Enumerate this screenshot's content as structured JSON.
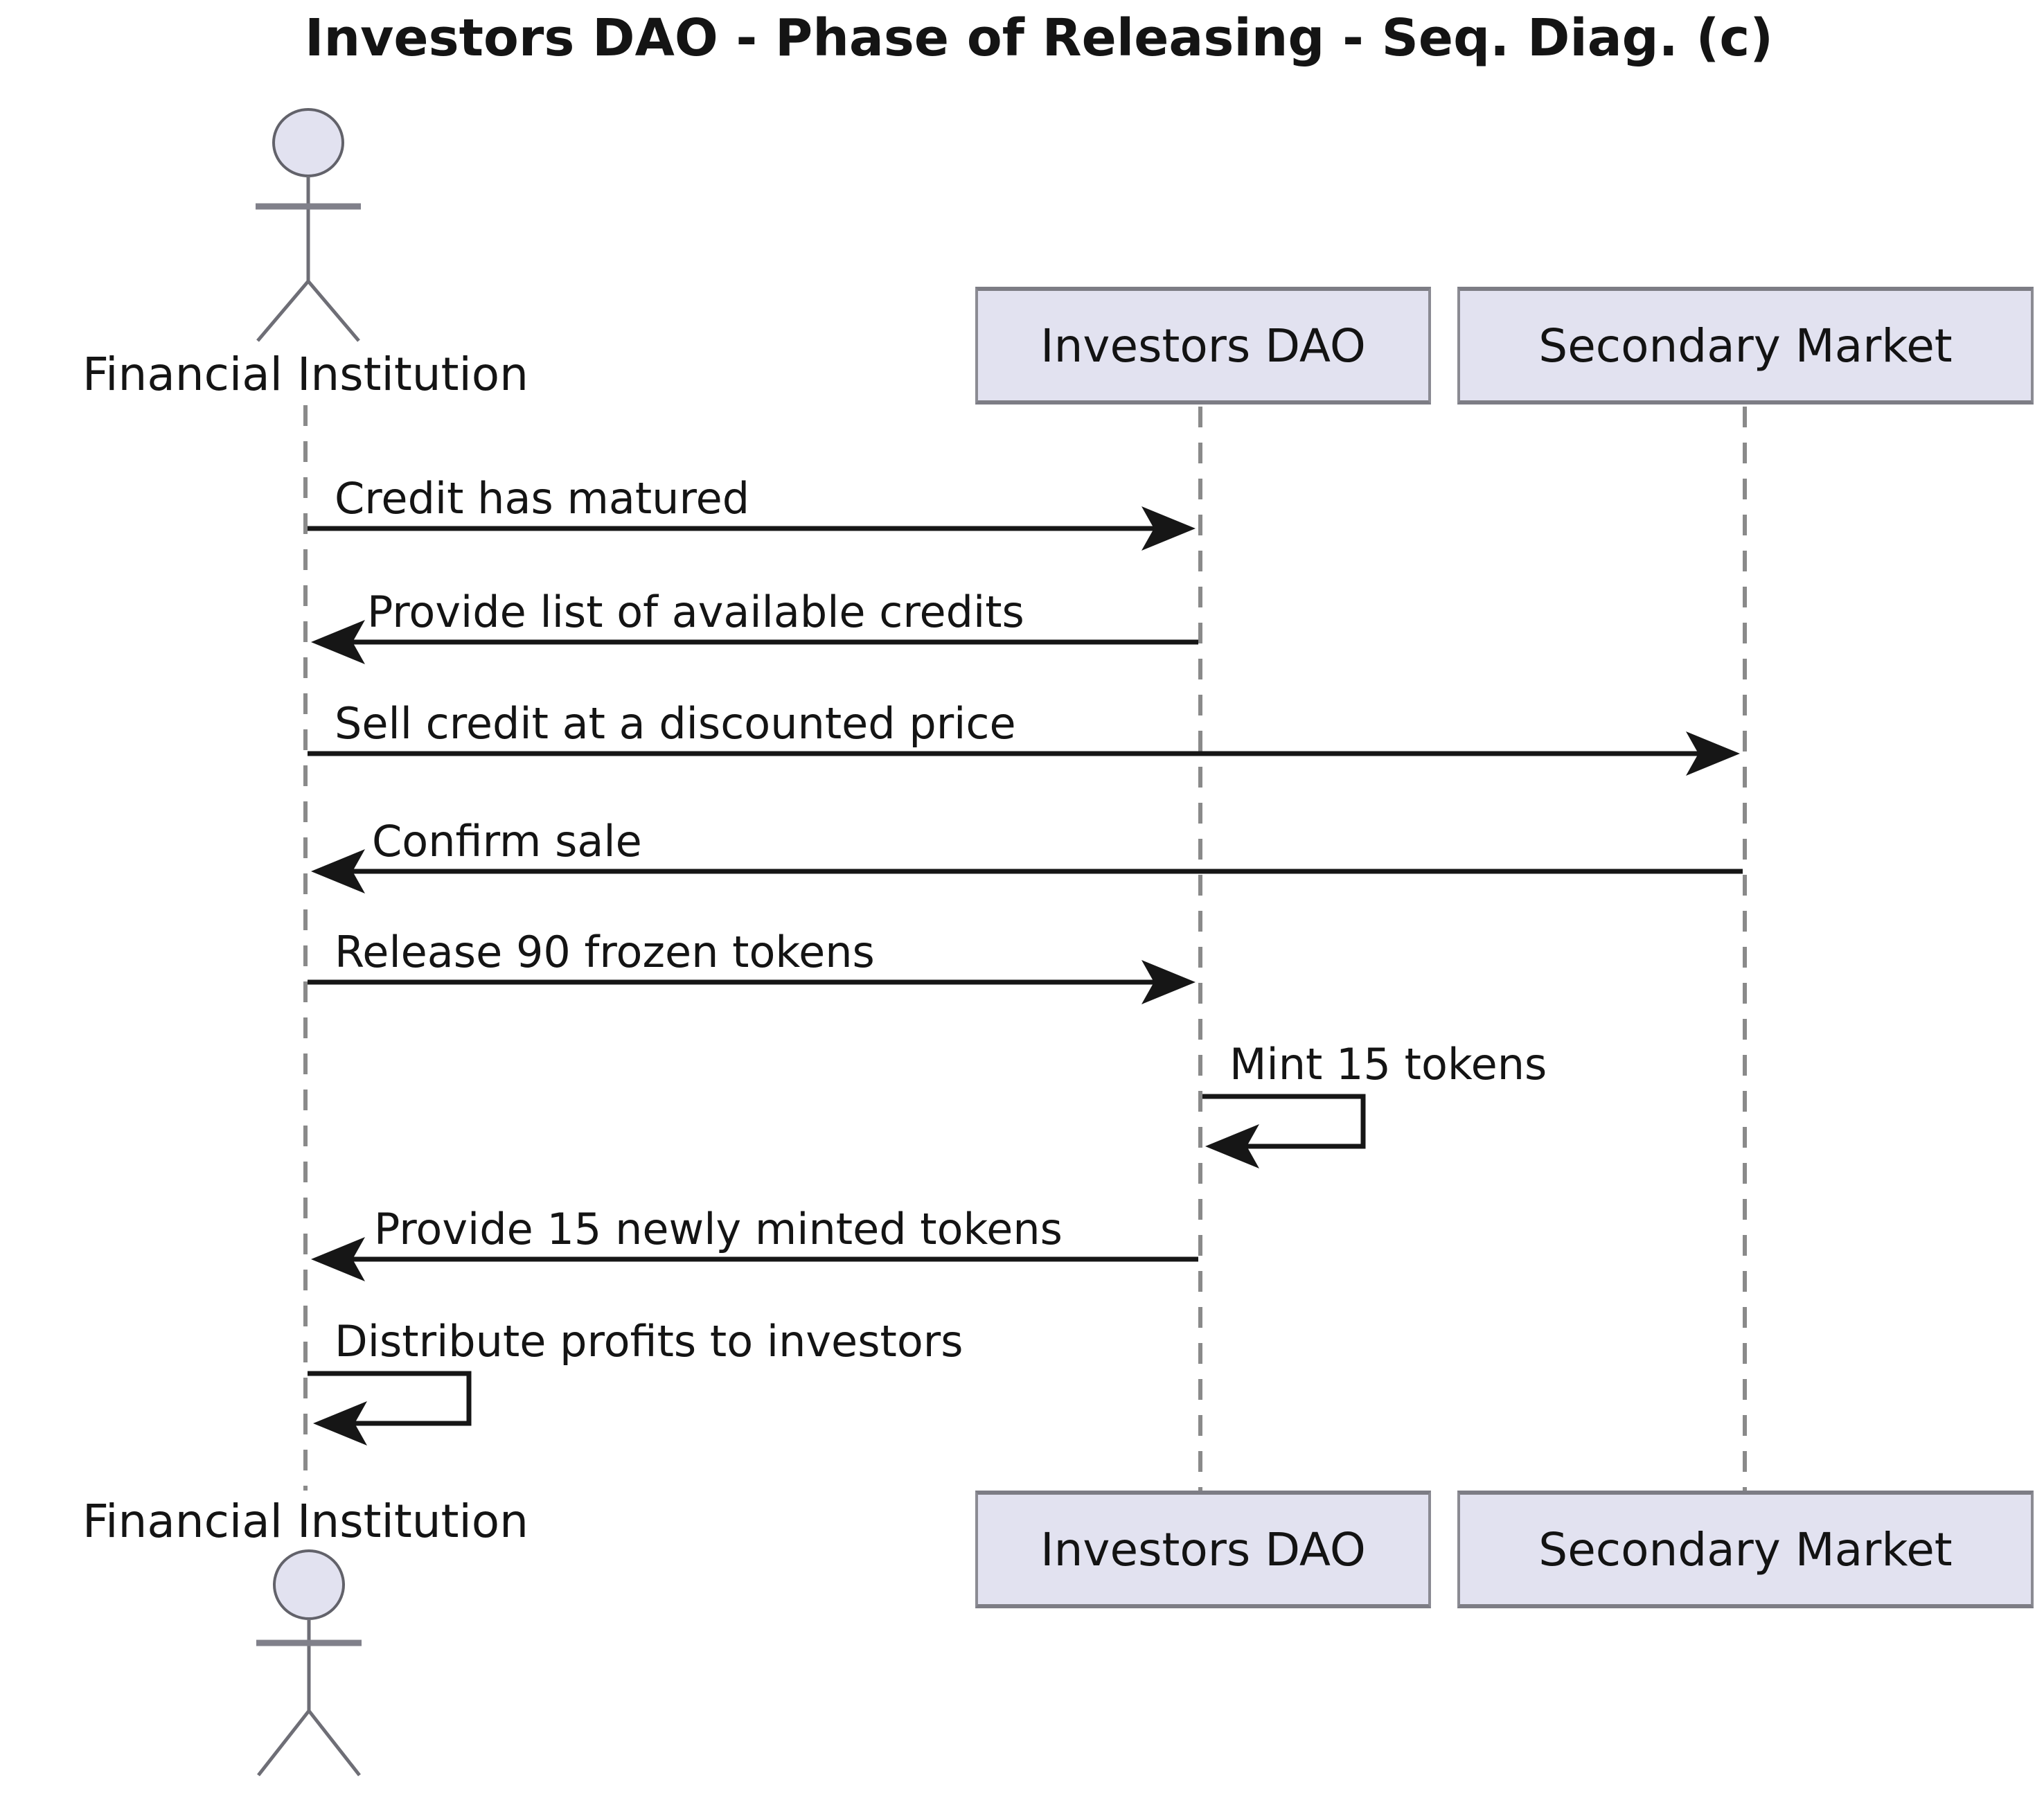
{
  "diagram": {
    "title": "Investors DAO - Phase of Releasing - Seq. Diag. (c)",
    "actor": {
      "name": "Financial Institution"
    },
    "participants": [
      {
        "name": "Investors DAO"
      },
      {
        "name": "Secondary Market"
      }
    ],
    "messages": [
      {
        "label": "Credit has matured",
        "from": "Financial Institution",
        "to": "Investors DAO",
        "self": false
      },
      {
        "label": "Provide list of available credits",
        "from": "Investors DAO",
        "to": "Financial Institution",
        "self": false
      },
      {
        "label": "Sell credit at a discounted price",
        "from": "Financial Institution",
        "to": "Secondary Market",
        "self": false
      },
      {
        "label": "Confirm sale",
        "from": "Secondary Market",
        "to": "Financial Institution",
        "self": false
      },
      {
        "label": "Release 90 frozen tokens",
        "from": "Financial Institution",
        "to": "Investors DAO",
        "self": false
      },
      {
        "label": "Mint 15 tokens",
        "from": "Investors DAO",
        "to": "Investors DAO",
        "self": true
      },
      {
        "label": "Provide 15 newly minted tokens",
        "from": "Investors DAO",
        "to": "Financial Institution",
        "self": false
      },
      {
        "label": "Distribute profits to investors",
        "from": "Financial Institution",
        "to": "Financial Institution",
        "self": true
      }
    ],
    "colors": {
      "participant_fill": "#E2E2F0",
      "participant_border": "#85858D",
      "lifeline": "#8A8A8A",
      "message": "#161616",
      "background": "#FFFFFF"
    }
  }
}
